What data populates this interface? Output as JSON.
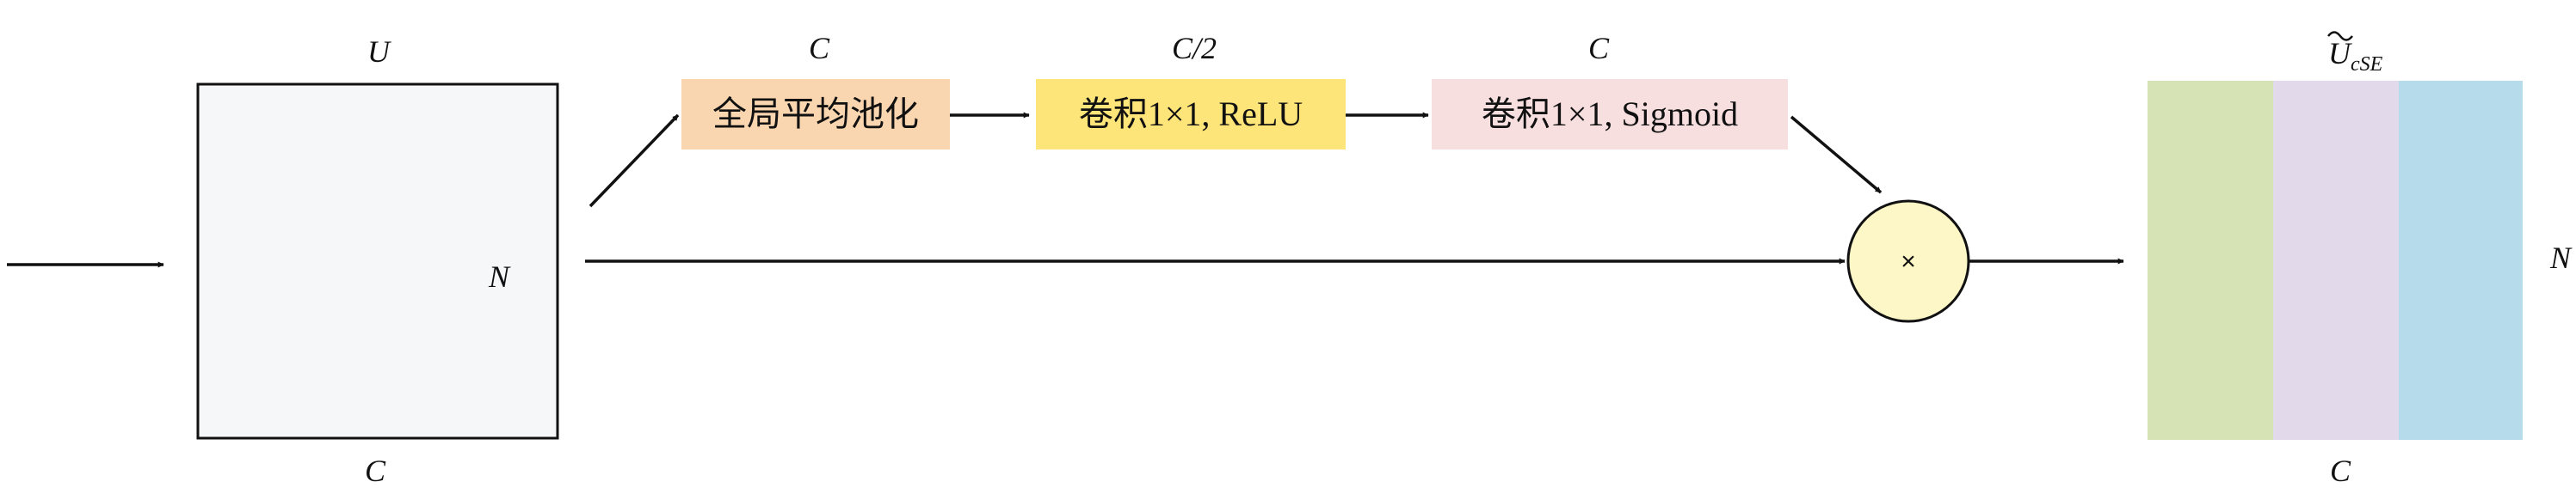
{
  "input_block": {
    "top_label": "U",
    "side_label": "N",
    "bottom_label": "C"
  },
  "stages": [
    {
      "label": "全局平均池化",
      "dim_label": "C",
      "color": "#f9d5b0"
    },
    {
      "label": "卷积1×1, ReLU",
      "dim_label": "C/2",
      "color": "#fde57a"
    },
    {
      "label": "卷积1×1, Sigmoid",
      "dim_label": "C",
      "color": "#f7dfe0"
    }
  ],
  "multiply_node": {
    "symbol": "×",
    "color": "#fdf6c6"
  },
  "output_block": {
    "top_label_main": "U",
    "top_label_sub": "cSE",
    "side_label": "N",
    "bottom_label": "C",
    "band_colors": [
      "#d6e4b5",
      "#e2d9ea",
      "#b6dcec"
    ]
  },
  "colors": {
    "input_fill": "#f6f7f9",
    "line": "#111111"
  }
}
